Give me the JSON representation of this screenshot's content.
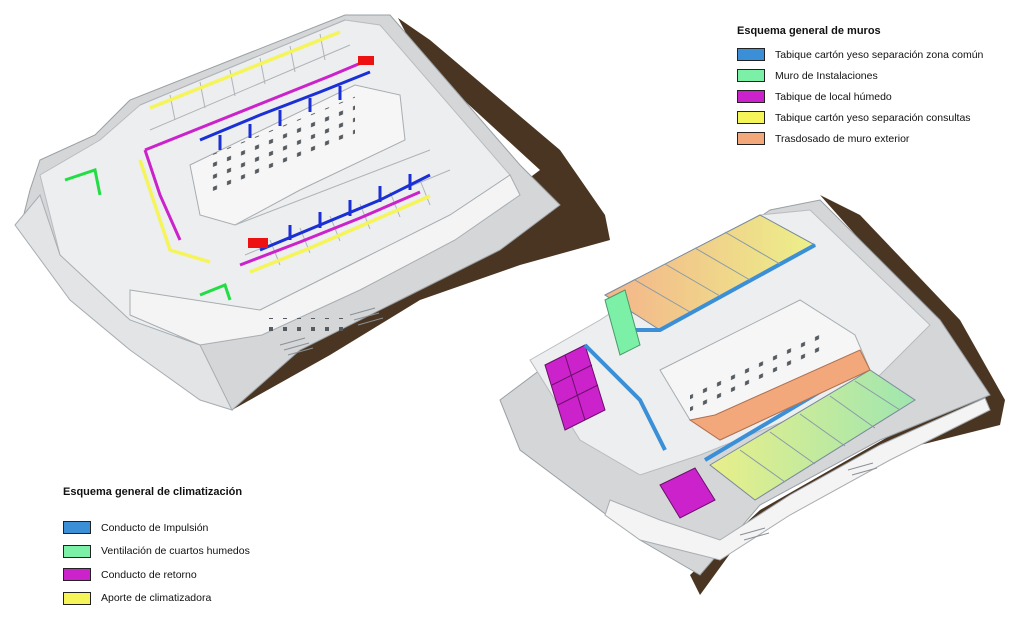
{
  "legends": {
    "walls": {
      "title": "Esquema general de muros",
      "items": [
        {
          "label": "Tabique cartón yeso separación zona común",
          "color": "#3a8fd6"
        },
        {
          "label": "Muro de Instalaciones",
          "color": "#7df0a8"
        },
        {
          "label": "Tabique de local húmedo",
          "color": "#cc22cc"
        },
        {
          "label": "Tabique cartón yeso separación consultas",
          "color": "#f5f55a"
        },
        {
          "label": "Trasdosado de muro exterior",
          "color": "#f2a87a"
        }
      ]
    },
    "hvac": {
      "title": "Esquema general de climatización",
      "items": [
        {
          "label": "Conducto de Impulsión",
          "color": "#3a8fd6"
        },
        {
          "label": "Ventilación de cuartos humedos",
          "color": "#7df0a8"
        },
        {
          "label": "Conducto de retorno",
          "color": "#cc22cc"
        },
        {
          "label": "Aporte de climatizadora",
          "color": "#f5f55a"
        }
      ]
    }
  },
  "colors": {
    "wall_white": "#f2f2f2",
    "wall_shade": "#d4d6d8",
    "floor": "#e6e8ea",
    "terrain": "#4a3522",
    "supply_duct": "#1a2fd6",
    "return_duct": "#cc22cc",
    "intake_duct": "#f5f55a",
    "wet_vent": "#22dd44",
    "air_unit": "#ee1111"
  }
}
